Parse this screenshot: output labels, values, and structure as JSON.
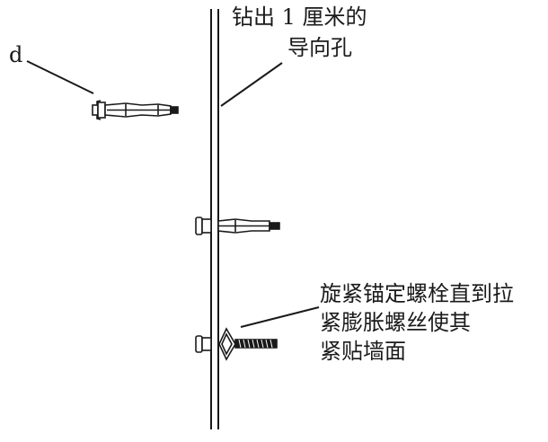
{
  "labels": {
    "part_d": "d",
    "pilot_hole_line1": "钻出 1 厘米的",
    "pilot_hole_line2": "导向孔",
    "tighten_line1": "旋紧锚定螺栓直到拉",
    "tighten_line2": "紧膨胀螺丝使其",
    "tighten_line3": "紧贴墙面"
  },
  "colors": {
    "ink": "#1a1a1a",
    "background": "#ffffff"
  }
}
